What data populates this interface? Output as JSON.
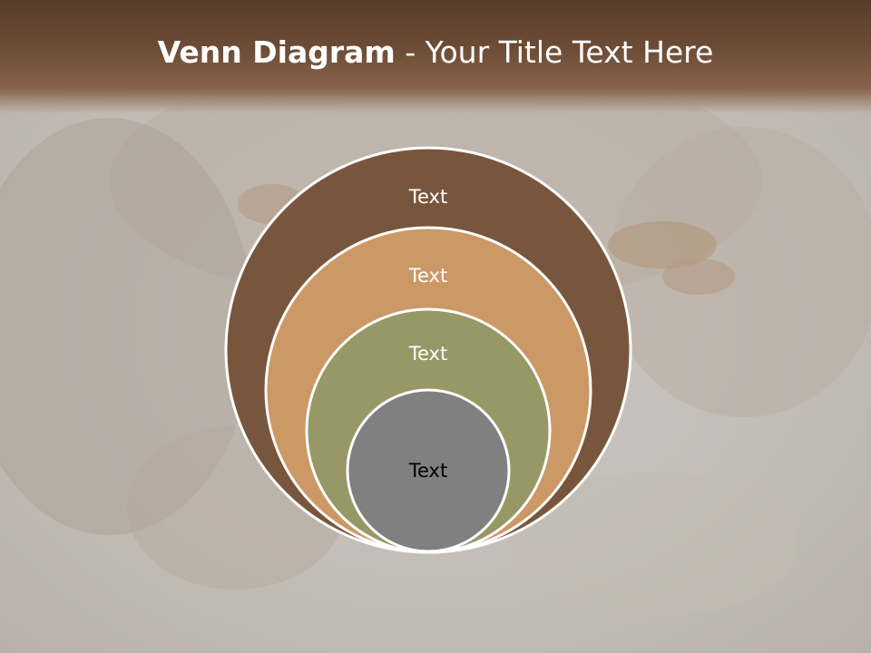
{
  "slide": {
    "title_bold": "Venn Diagram",
    "title_rest": " - Your Title Text Here"
  },
  "diagram": {
    "rings": [
      {
        "label": "Text",
        "fill": "#78563d",
        "text_color": "#ffffff"
      },
      {
        "label": "Text",
        "fill": "#cc9866",
        "text_color": "#ffffff"
      },
      {
        "label": "Text",
        "fill": "#989766",
        "text_color": "#ffffff"
      },
      {
        "label": "Text",
        "fill": "#808080",
        "text_color": "#000000"
      }
    ]
  },
  "colors": {
    "title_bar": "#573c2b",
    "background": "#c9c4bf",
    "ring_border": "#ffffff"
  }
}
